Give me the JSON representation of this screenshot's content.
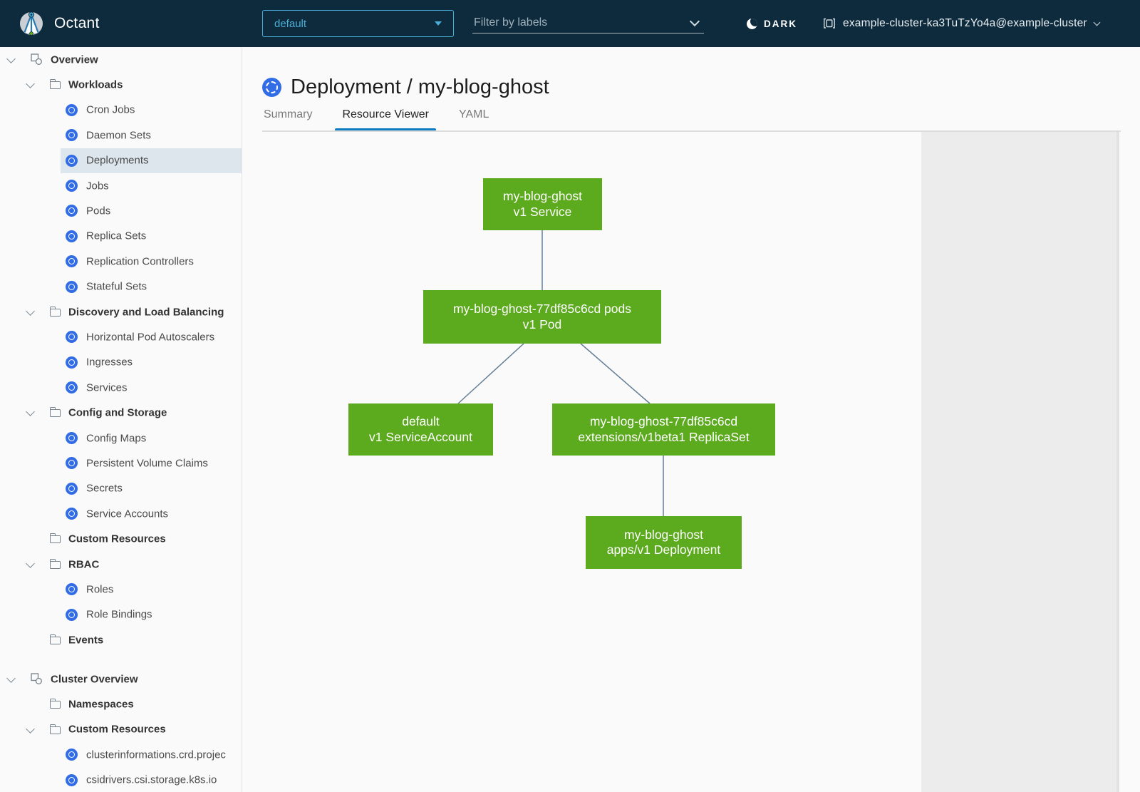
{
  "header": {
    "app_title": "Octant",
    "namespace_dropdown": {
      "value": "default"
    },
    "filter_input": {
      "placeholder": "Filter by labels"
    },
    "theme_toggle": {
      "label": "DARK"
    },
    "context_selector": {
      "label": "example-cluster-ka3TuTzYo4a@example-cluster"
    }
  },
  "sidebar": {
    "items": [
      {
        "label": "Overview",
        "type": "section",
        "icon": "applications-icon",
        "chevron": true
      },
      {
        "label": "Workloads",
        "type": "group",
        "icon": "folder-icon",
        "chevron": true
      },
      {
        "label": "Cron Jobs",
        "type": "item",
        "icon": "k8s-resource-icon"
      },
      {
        "label": "Daemon Sets",
        "type": "item",
        "icon": "k8s-resource-icon"
      },
      {
        "label": "Deployments",
        "type": "item",
        "icon": "k8s-resource-icon",
        "selected": true
      },
      {
        "label": "Jobs",
        "type": "item",
        "icon": "k8s-resource-icon"
      },
      {
        "label": "Pods",
        "type": "item",
        "icon": "k8s-resource-icon"
      },
      {
        "label": "Replica Sets",
        "type": "item",
        "icon": "k8s-resource-icon"
      },
      {
        "label": "Replication Controllers",
        "type": "item",
        "icon": "k8s-resource-icon"
      },
      {
        "label": "Stateful Sets",
        "type": "item",
        "icon": "k8s-resource-icon"
      },
      {
        "label": "Discovery and Load Balancing",
        "type": "group",
        "icon": "folder-icon",
        "chevron": true
      },
      {
        "label": "Horizontal Pod Autoscalers",
        "type": "item",
        "icon": "k8s-resource-icon"
      },
      {
        "label": "Ingresses",
        "type": "item",
        "icon": "k8s-resource-icon"
      },
      {
        "label": "Services",
        "type": "item",
        "icon": "k8s-resource-icon"
      },
      {
        "label": "Config and Storage",
        "type": "group",
        "icon": "folder-icon",
        "chevron": true
      },
      {
        "label": "Config Maps",
        "type": "item",
        "icon": "k8s-resource-icon"
      },
      {
        "label": "Persistent Volume Claims",
        "type": "item",
        "icon": "k8s-resource-icon"
      },
      {
        "label": "Secrets",
        "type": "item",
        "icon": "k8s-resource-icon"
      },
      {
        "label": "Service Accounts",
        "type": "item",
        "icon": "k8s-resource-icon"
      },
      {
        "label": "Custom Resources",
        "type": "group",
        "icon": "folder-icon",
        "chevron": false
      },
      {
        "label": "RBAC",
        "type": "group",
        "icon": "folder-icon",
        "chevron": true
      },
      {
        "label": "Roles",
        "type": "item",
        "icon": "k8s-resource-icon"
      },
      {
        "label": "Role Bindings",
        "type": "item",
        "icon": "k8s-resource-icon"
      },
      {
        "label": "Events",
        "type": "group",
        "icon": "folder-icon",
        "chevron": false
      },
      {
        "label": "Cluster Overview",
        "type": "section",
        "icon": "applications-icon",
        "chevron": true,
        "gap_before": true
      },
      {
        "label": "Namespaces",
        "type": "group",
        "icon": "folder-icon",
        "chevron": false
      },
      {
        "label": "Custom Resources",
        "type": "group",
        "icon": "folder-icon",
        "chevron": true
      },
      {
        "label": "clusterinformations.crd.projec",
        "type": "item",
        "icon": "k8s-resource-icon"
      },
      {
        "label": "csidrivers.csi.storage.k8s.io",
        "type": "item",
        "icon": "k8s-resource-icon"
      }
    ]
  },
  "main": {
    "page_title": "Deployment / my-blog-ghost",
    "tabs": [
      {
        "label": "Summary",
        "active": false
      },
      {
        "label": "Resource Viewer",
        "active": true
      },
      {
        "label": "YAML",
        "active": false
      }
    ]
  },
  "graph": {
    "nodes": [
      {
        "id": "service",
        "line1": "my-blog-ghost",
        "line2": "v1 Service"
      },
      {
        "id": "pods",
        "line1": "my-blog-ghost-77df85c6cd pods",
        "line2": "v1 Pod"
      },
      {
        "id": "serviceaccount",
        "line1": "default",
        "line2": "v1 ServiceAccount"
      },
      {
        "id": "replicaset",
        "line1": "my-blog-ghost-77df85c6cd",
        "line2": "extensions/v1beta1 ReplicaSet"
      },
      {
        "id": "deployment",
        "line1": "my-blog-ghost",
        "line2": "apps/v1 Deployment"
      }
    ],
    "edges": [
      [
        "service",
        "pods"
      ],
      [
        "pods",
        "serviceaccount"
      ],
      [
        "pods",
        "replicaset"
      ],
      [
        "replicaset",
        "deployment"
      ]
    ]
  },
  "colors": {
    "header_bg": "#0e2b3d",
    "accent_blue": "#49afd9",
    "k8s_icon_blue": "#326de6",
    "node_green": "#5caa1e",
    "edge_blue_gray": "#627e96",
    "active_tab_underline": "#0b7ac0",
    "selected_nav_bg": "#dce6ec",
    "detail_panel_bg": "#ececec"
  }
}
